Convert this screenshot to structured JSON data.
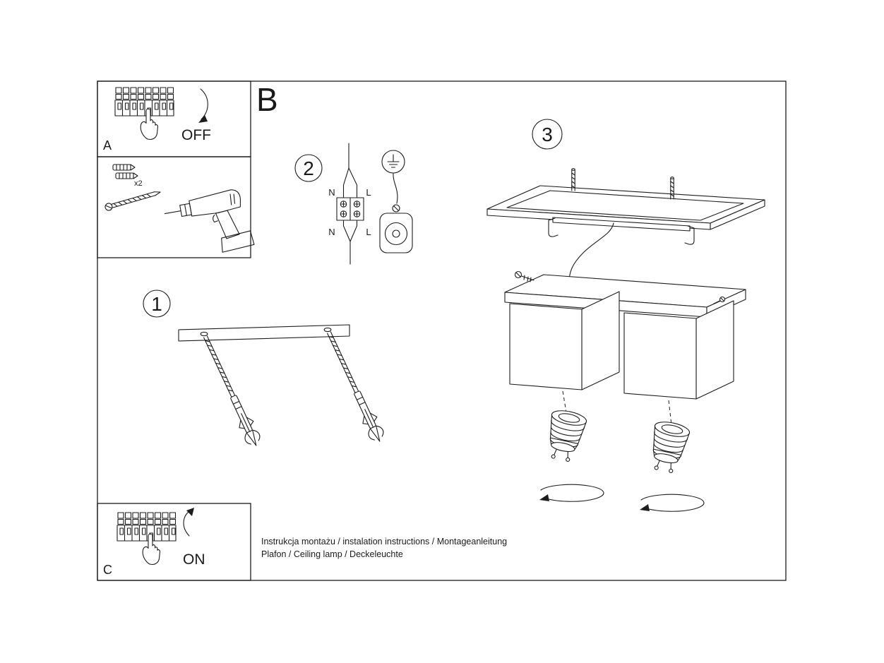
{
  "sections": {
    "a": {
      "label": "A",
      "switch_state": "OFF"
    },
    "b": {
      "label": "B"
    },
    "c": {
      "label": "C",
      "switch_state": "ON"
    }
  },
  "steps": {
    "one": "1",
    "two": "2",
    "three": "3"
  },
  "tools": {
    "anchor_count": "x2"
  },
  "wiring": {
    "n_top": "N",
    "l_top": "L",
    "n_bottom": "N",
    "l_bottom": "L"
  },
  "footer": {
    "line1": "Instrukcja montażu / instalation instructions / Montageanleitung",
    "line2": "Plafon / Ceiling lamp / Deckeleuchte"
  },
  "colors": {
    "line": "#1c1c1c",
    "paper": "#ffffff"
  }
}
